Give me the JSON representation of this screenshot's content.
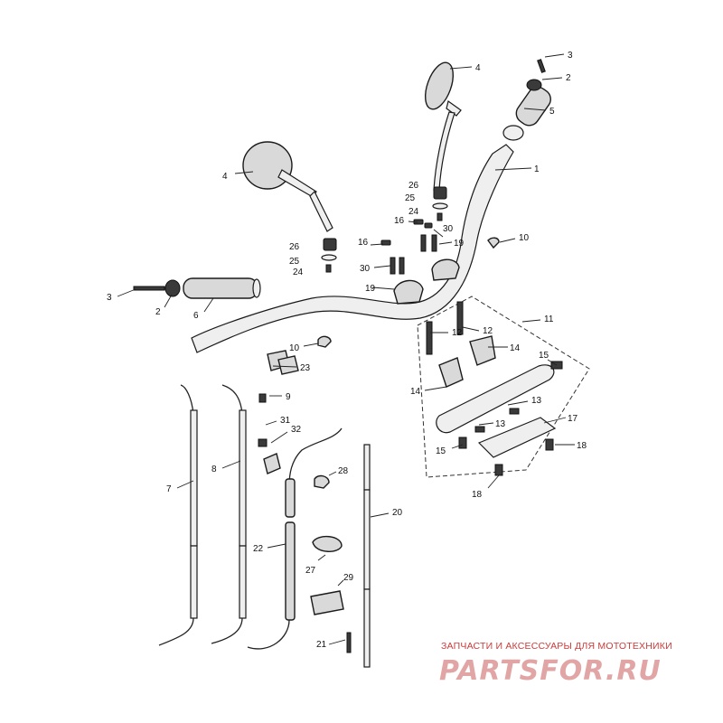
{
  "watermark": {
    "tagline": "ЗАПЧАСТИ И АКСЕССУАРЫ ДЛЯ МОТОТЕХНИКИ",
    "logo": "PARTSFOR.RU"
  },
  "callouts": {
    "c1": "1",
    "c2a": "2",
    "c2b": "2",
    "c3a": "3",
    "c3b": "3",
    "c4a": "4",
    "c4b": "4",
    "c5": "5",
    "c6": "6",
    "c7": "7",
    "c8": "8",
    "c9": "9",
    "c10a": "10",
    "c10b": "10",
    "c11": "11",
    "c12a": "12",
    "c12b": "12",
    "c13a": "13",
    "c13b": "13",
    "c14a": "14",
    "c14b": "14",
    "c15a": "15",
    "c15b": "15",
    "c16a": "16",
    "c16b": "16",
    "c17": "17",
    "c18a": "18",
    "c18b": "18",
    "c19a": "19",
    "c19b": "19",
    "c20": "20",
    "c21": "21",
    "c22": "22",
    "c23": "23",
    "c24a": "24",
    "c24b": "24",
    "c25a": "25",
    "c25b": "25",
    "c26a": "26",
    "c26b": "26",
    "c27": "27",
    "c28": "28",
    "c29": "29",
    "c30a": "30",
    "c30b": "30",
    "c31": "31",
    "c32": "32"
  }
}
